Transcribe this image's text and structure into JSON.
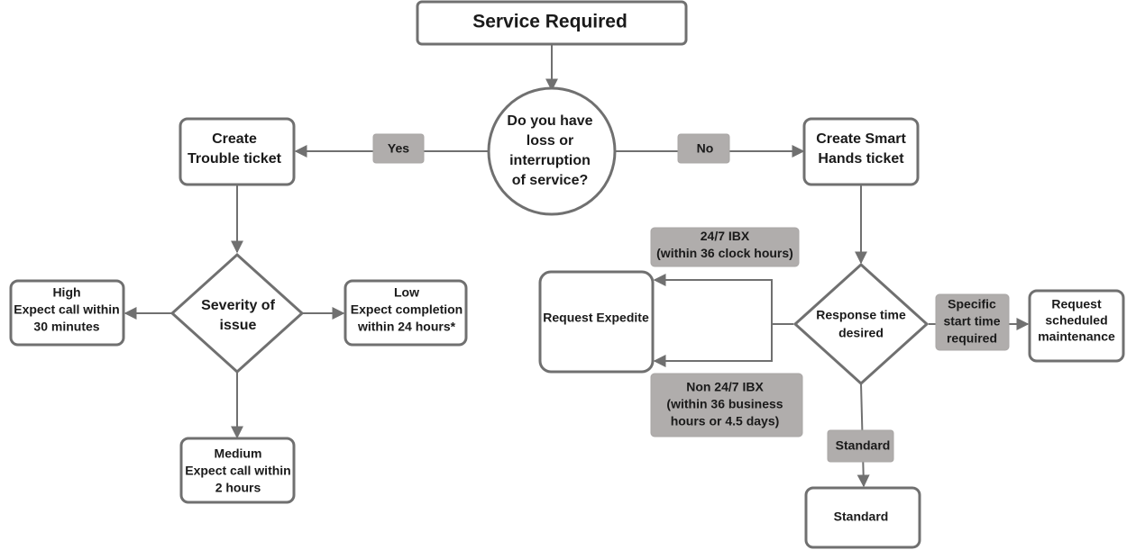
{
  "nodes": {
    "service_required": {
      "lines": [
        "Service Required"
      ]
    },
    "loss_question": {
      "lines": [
        "Do you have",
        "loss or",
        "interruption",
        "of service?"
      ]
    },
    "create_trouble": {
      "lines": [
        "Create",
        "Trouble ticket"
      ]
    },
    "create_smart_hands": {
      "lines": [
        "Create Smart",
        "Hands ticket"
      ]
    },
    "severity": {
      "lines": [
        "Severity of",
        "issue"
      ]
    },
    "high": {
      "lines": [
        "High",
        "Expect call within",
        "30 minutes"
      ]
    },
    "low": {
      "lines": [
        "Low",
        "Expect completion",
        "within 24 hours*"
      ]
    },
    "medium": {
      "lines": [
        "Medium",
        "Expect call within",
        "2 hours"
      ]
    },
    "response_time": {
      "lines": [
        "Response time",
        "desired"
      ]
    },
    "request_expedite": {
      "lines": [
        "Request Expedite"
      ]
    },
    "request_scheduled": {
      "lines": [
        "Request",
        "scheduled",
        "maintenance"
      ]
    },
    "standard": {
      "lines": [
        "Standard"
      ]
    }
  },
  "labels": {
    "yes": {
      "lines": [
        "Yes"
      ]
    },
    "no": {
      "lines": [
        "No"
      ]
    },
    "ibx_247": {
      "lines": [
        "24/7 IBX",
        "(within 36 clock hours)"
      ]
    },
    "non_ibx": {
      "lines": [
        "Non 24/7 IBX",
        "(within 36 business",
        "hours or 4.5 days)"
      ]
    },
    "specific_start": {
      "lines": [
        "Specific",
        "start time",
        "required"
      ]
    },
    "standard_tag": {
      "lines": [
        "Standard"
      ]
    }
  },
  "colors": {
    "stroke": "#707070",
    "tag_fill": "#b0adac",
    "text": "#1a1a1a"
  }
}
